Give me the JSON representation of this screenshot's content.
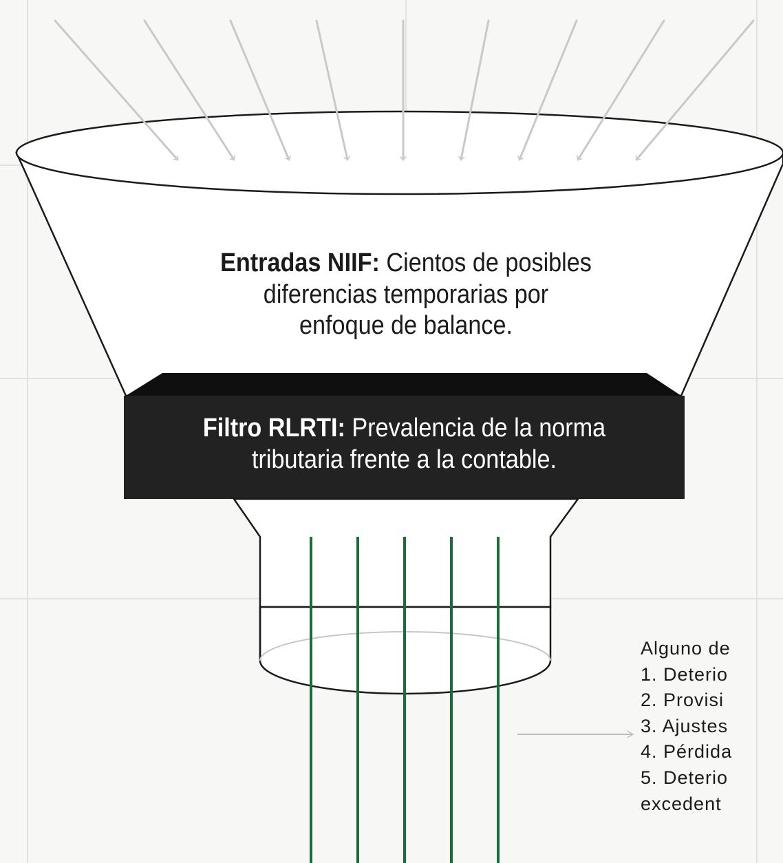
{
  "entradas": {
    "title": "Entradas NIIF:",
    "text_line1": " Cientos de posibles",
    "text_line2": "diferencias temporarias por",
    "text_line3": "enfoque de balance."
  },
  "filtro": {
    "title": "Filtro RLRTI:",
    "text_line1": " Prevalencia de la norma",
    "text_line2": "tributaria frente a la contable."
  },
  "side_list": {
    "heading": "Alguno de",
    "items": [
      "1. Deterio",
      "2. Provisi",
      "3. Ajustes",
      "4. Pérdida",
      "5. Deterio",
      "excedent"
    ]
  },
  "colors": {
    "background": "#f7f7f5",
    "grid": "#dcdcd8",
    "input_arrows": "#c9c9c6",
    "funnel_outline": "#1b1b1b",
    "filter_band": "#222222",
    "output_lines": "#1c6b3a"
  }
}
